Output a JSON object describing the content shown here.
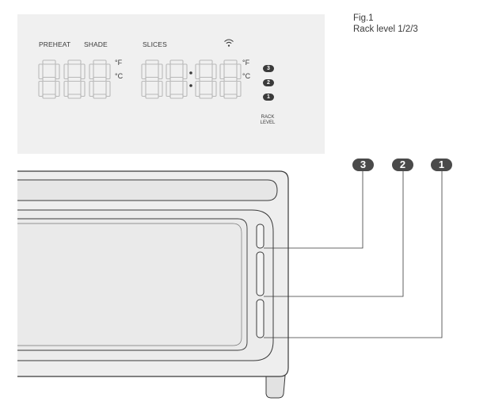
{
  "figure": {
    "title": "Fig.1",
    "subtitle": "Rack level 1/2/3"
  },
  "display_panel": {
    "labels": {
      "preheat": "PREHEAT",
      "shade": "SHADE",
      "slices": "SLICES"
    },
    "temp_units": {
      "fahrenheit": "°F",
      "celsius": "°C"
    },
    "segment_digits_left": "888",
    "segment_digits_right": "88:88",
    "rack_level_indicators": [
      "3",
      "2",
      "1"
    ],
    "rack_level_caption_line1": "RACK",
    "rack_level_caption_line2": "LEVEL"
  },
  "callouts": [
    "3",
    "2",
    "1"
  ],
  "colors": {
    "panel_bg": "#f0f0f0",
    "segment": "#b9b9b9",
    "ink": "#3a3a3a",
    "oven_body": "#eeeeee",
    "badge": "#4a4a4a"
  }
}
